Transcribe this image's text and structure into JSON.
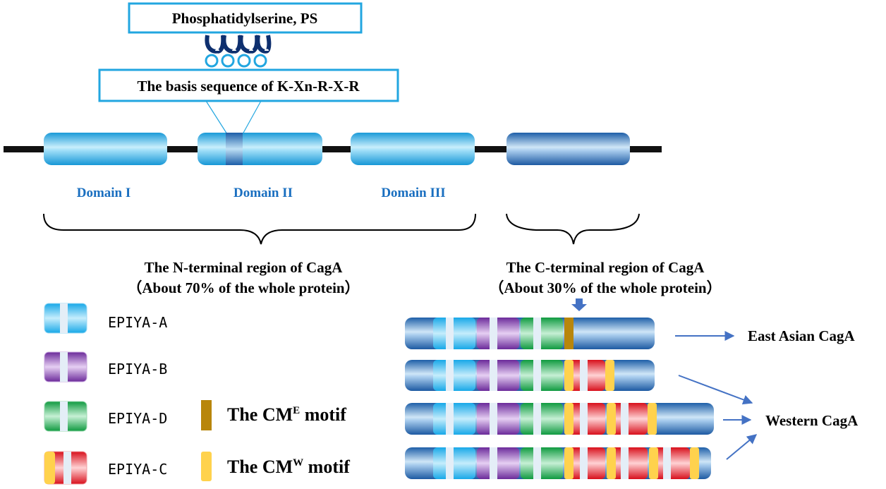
{
  "ps_label": "Phosphatidylserine, PS",
  "basis_label": "The basis sequence of K-Xn-R-X-R",
  "domains": [
    "Domain I",
    "Domain II",
    "Domain III"
  ],
  "n_terminal": {
    "title": "The N-terminal region of CagA",
    "subtitle": "（About 70% of the whole protein）"
  },
  "c_terminal": {
    "title": "The C-terminal region of CagA",
    "subtitle": "（About 30% of the whole protein）"
  },
  "legend": {
    "epiya_a": "EPIYA-A",
    "epiya_b": "EPIYA-B",
    "epiya_d": "EPIYA-D",
    "epiya_c": "EPIYA-C",
    "cme": {
      "prefix": "The CM",
      "superscript": "E",
      "suffix": " motif"
    },
    "cmw": {
      "prefix": "The CM",
      "superscript": "W",
      "suffix": " motif"
    }
  },
  "variants": {
    "east_asian": "East Asian CagA",
    "western": "Western CagA"
  },
  "colors": {
    "domain_blue": "#3ab8ec",
    "cterm_blue": "#2a6fb8",
    "label_blue": "#1a6fc0",
    "box_border": "#22a6e0",
    "arrow": "#4472c4",
    "epiya_a": "#38b7ef",
    "epiya_b": "#8a3fb5",
    "epiya_d": "#1fae4f",
    "epiya_c": "#e8202a",
    "cme": "#b8860b",
    "cmw": "#ffd24d"
  }
}
